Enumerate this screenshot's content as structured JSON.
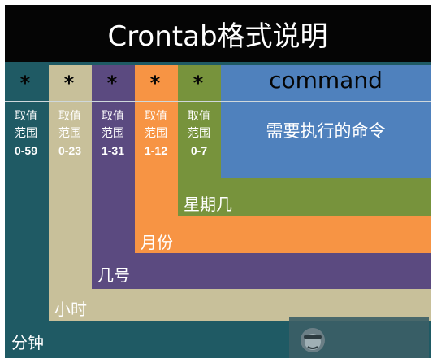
{
  "title": "Crontab格式说明",
  "fields": [
    {
      "key": "minute",
      "symbol": "*",
      "range_label": "取值范围",
      "range": "0-59",
      "name": "分钟",
      "color": "#1f5a64"
    },
    {
      "key": "hour",
      "symbol": "*",
      "range_label": "取值范围",
      "range": "0-23",
      "name": "小时",
      "color": "#c8c09a"
    },
    {
      "key": "day",
      "symbol": "*",
      "range_label": "取值范围",
      "range": "1-31",
      "name": "几号",
      "color": "#5b4a80"
    },
    {
      "key": "month",
      "symbol": "*",
      "range_label": "取值范围",
      "range": "1-12",
      "name": "月份",
      "color": "#f79444"
    },
    {
      "key": "weekday",
      "symbol": "*",
      "range_label": "取值范围",
      "range": "0-7",
      "name": "星期几",
      "color": "#77933c"
    }
  ],
  "command": {
    "label": "command",
    "description": "需要执行的命令",
    "color": "#4f81bd"
  }
}
